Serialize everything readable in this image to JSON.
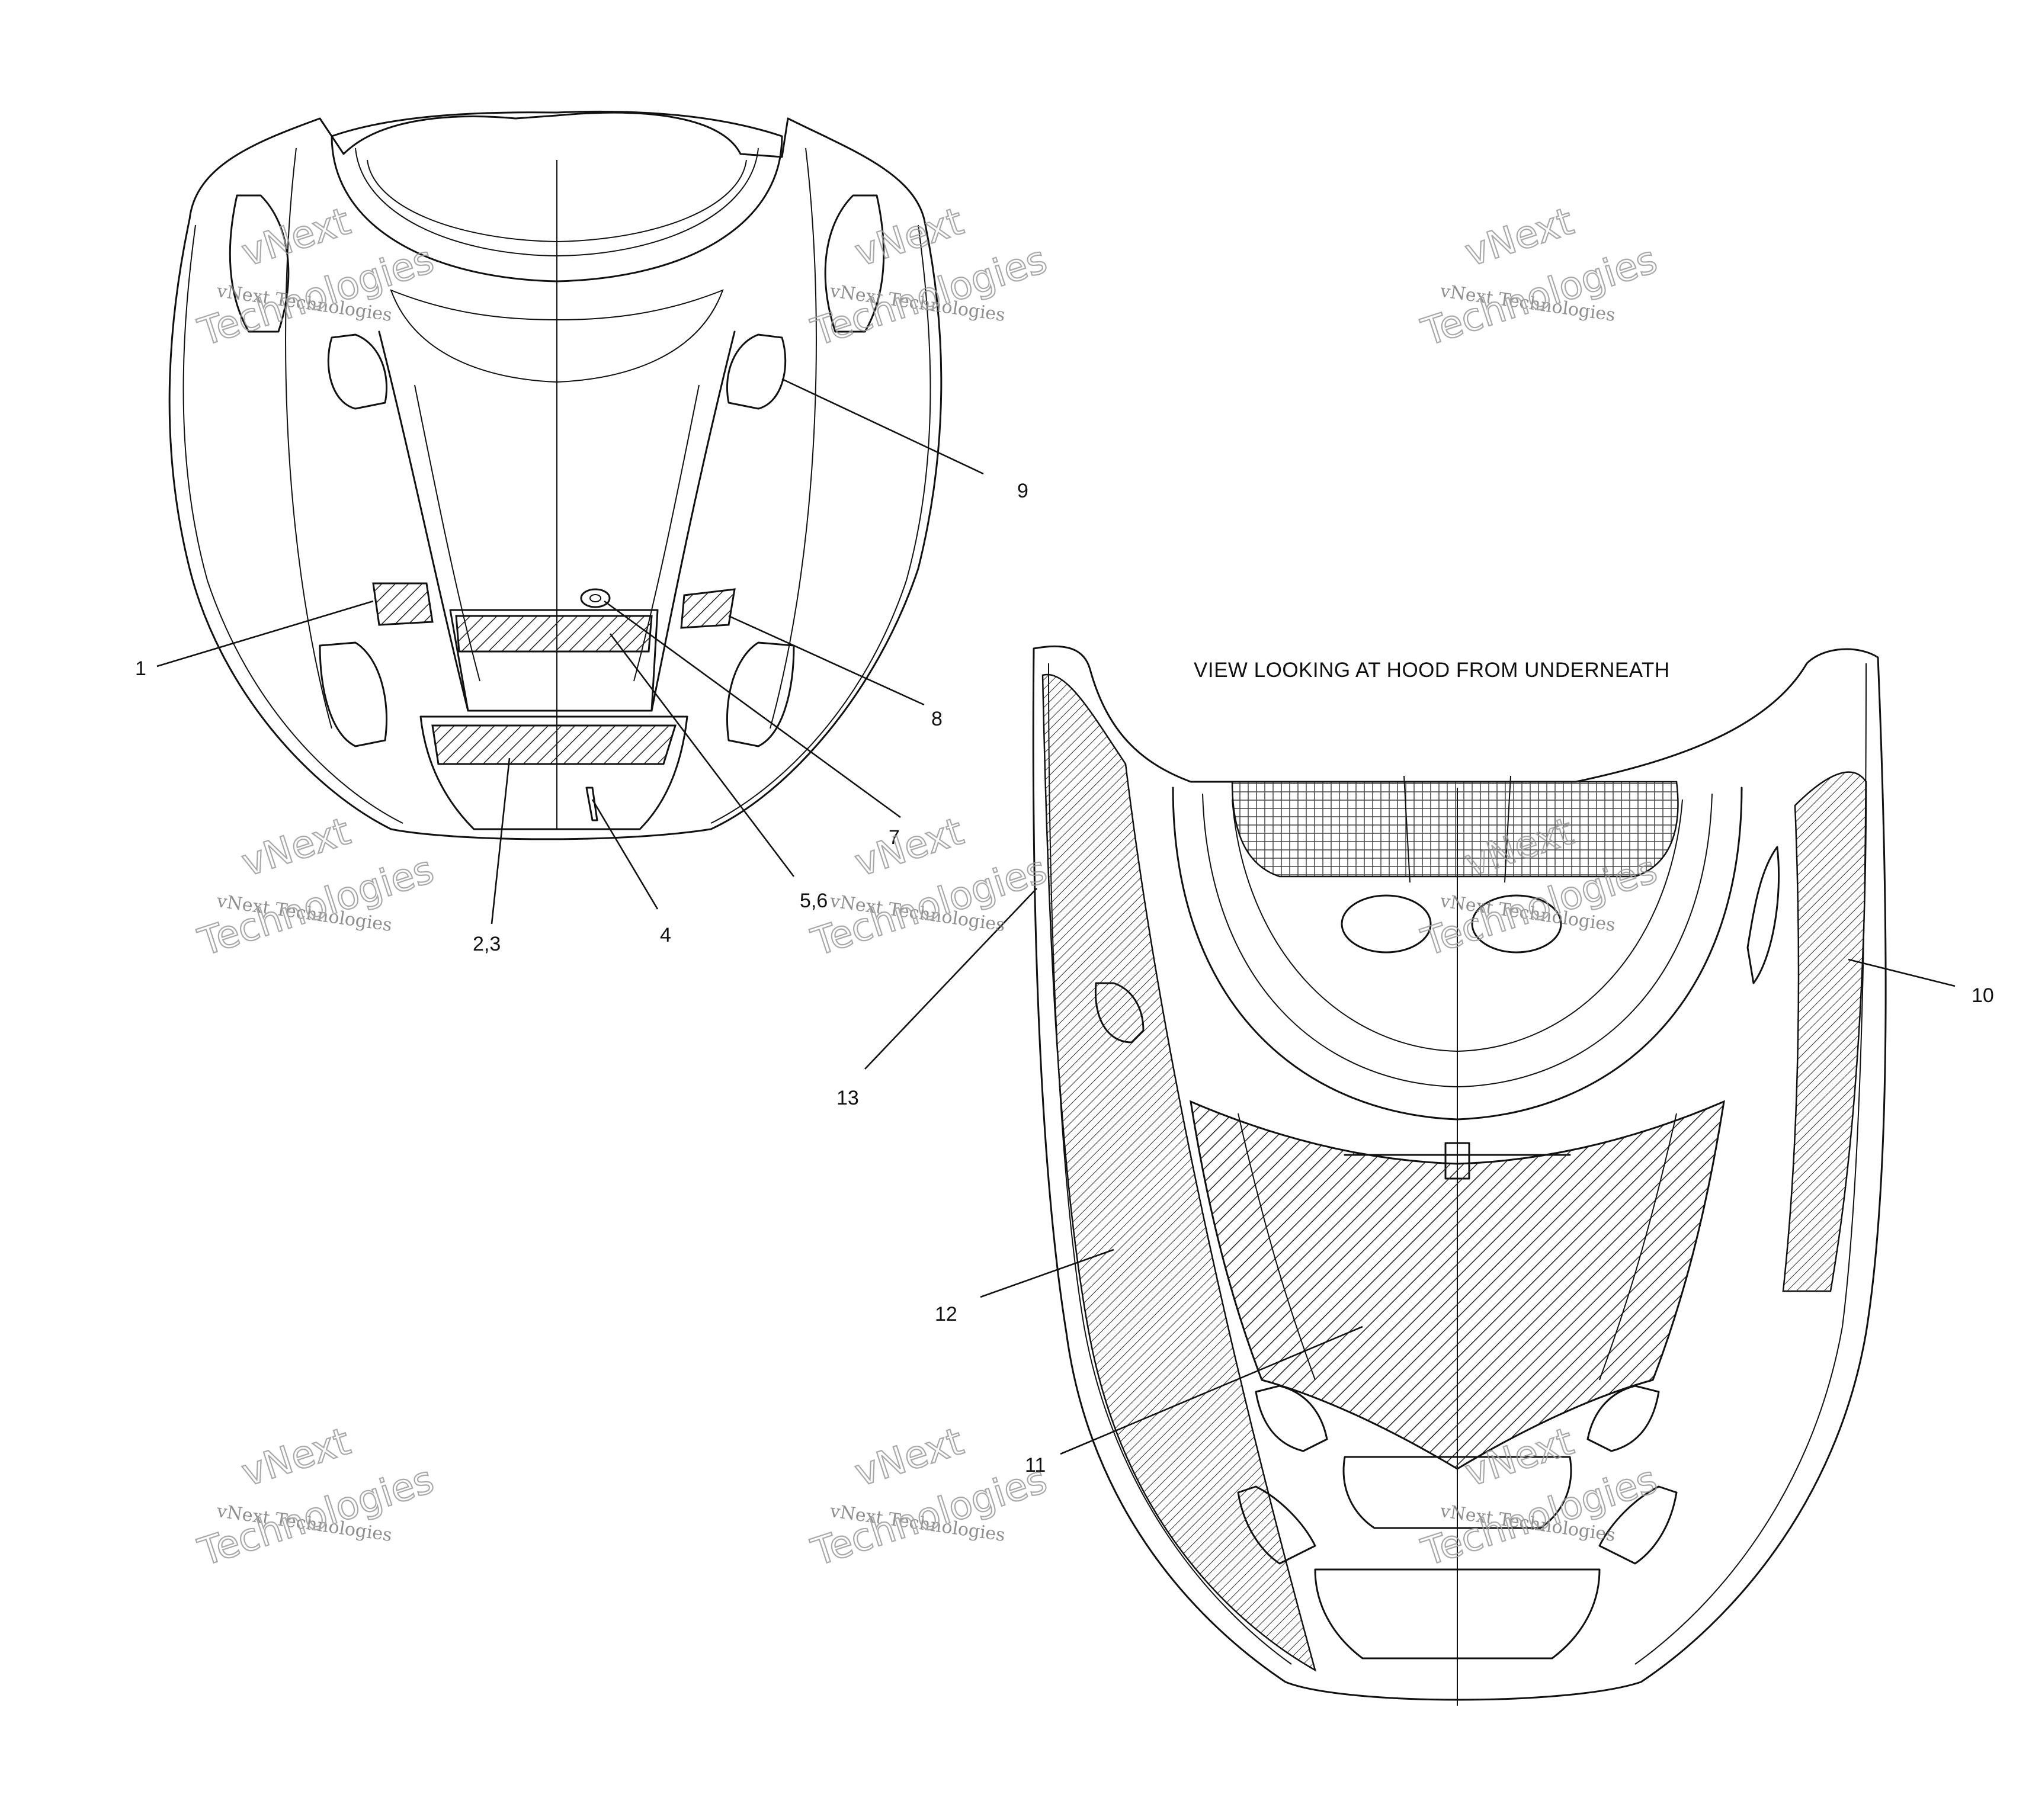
{
  "view_title": "VIEW LOOKING AT HOOD FROM UNDERNEATH",
  "callouts": {
    "c1": "1",
    "c23": "2,3",
    "c4": "4",
    "c56": "5,6",
    "c7": "7",
    "c8": "8",
    "c9": "9",
    "c10": "10",
    "c11": "11",
    "c12": "12",
    "c13": "13"
  },
  "watermark": {
    "line_small": "vNext Technologies",
    "line_big_1": "vNext",
    "line_big_2": "Technologies"
  },
  "colors": {
    "ink": "#111111",
    "watermark": "#9a9a9a",
    "background": "#ffffff"
  }
}
